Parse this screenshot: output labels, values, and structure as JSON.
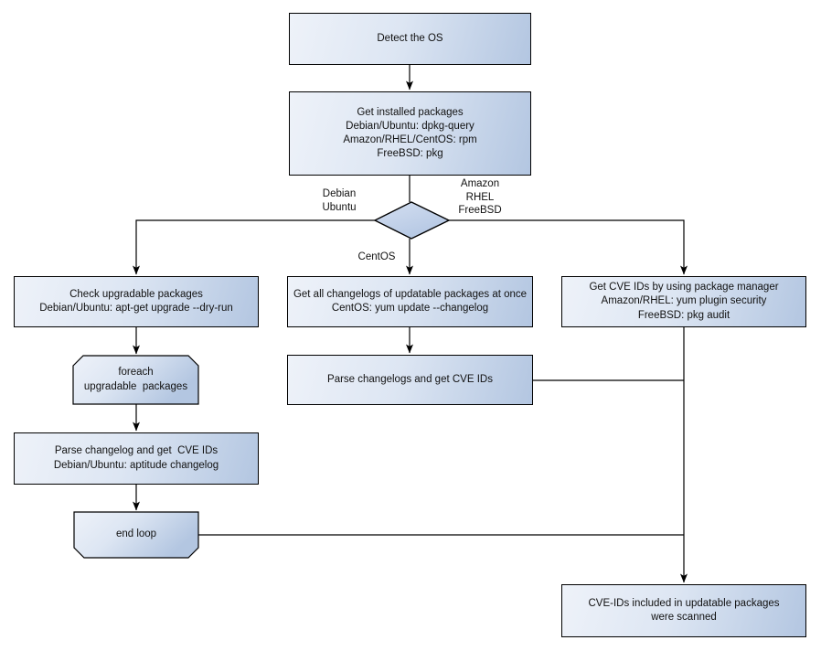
{
  "diagram": {
    "nodes": {
      "detect_os": "Detect the OS",
      "get_installed_packages": "Get installed packages\nDebian/Ubuntu: dpkg-query\nAmazon/RHEL/CentOS: rpm\nFreeBSD: pkg",
      "check_upgradable_packages": "Check upgradable packages\nDebian/Ubuntu: apt-get upgrade --dry-run",
      "foreach_loop": "foreach\nupgradable  packages",
      "parse_changelog_left": "Parse changelog and get  CVE IDs\nDebian/Ubuntu: aptitude changelog",
      "end_loop": "end loop",
      "get_all_changelogs": "Get all changelogs of updatable packages at once\nCentOS: yum update --changelog",
      "parse_changelogs_mid": "Parse changelogs and get CVE IDs",
      "get_cve_ids_right": "Get CVE IDs by using package manager\nAmazon/RHEL: yum plugin security\nFreeBSD: pkg audit",
      "result_scanned": "CVE-IDs included in updatable packages\nwere scanned"
    },
    "edge_labels": {
      "branch_left": "Debian\nUbuntu",
      "branch_right": "Amazon\nRHEL\nFreeBSD",
      "branch_down": "CentOS"
    },
    "colors": {
      "node_fill_light": "#eef2f9",
      "node_fill_dark": "#b3c6e1",
      "diamond_fill_light": "#d0dcf0",
      "diamond_fill_dark": "#b4c7e3",
      "border": "#000000",
      "text": "#111111",
      "background": "#ffffff"
    }
  }
}
